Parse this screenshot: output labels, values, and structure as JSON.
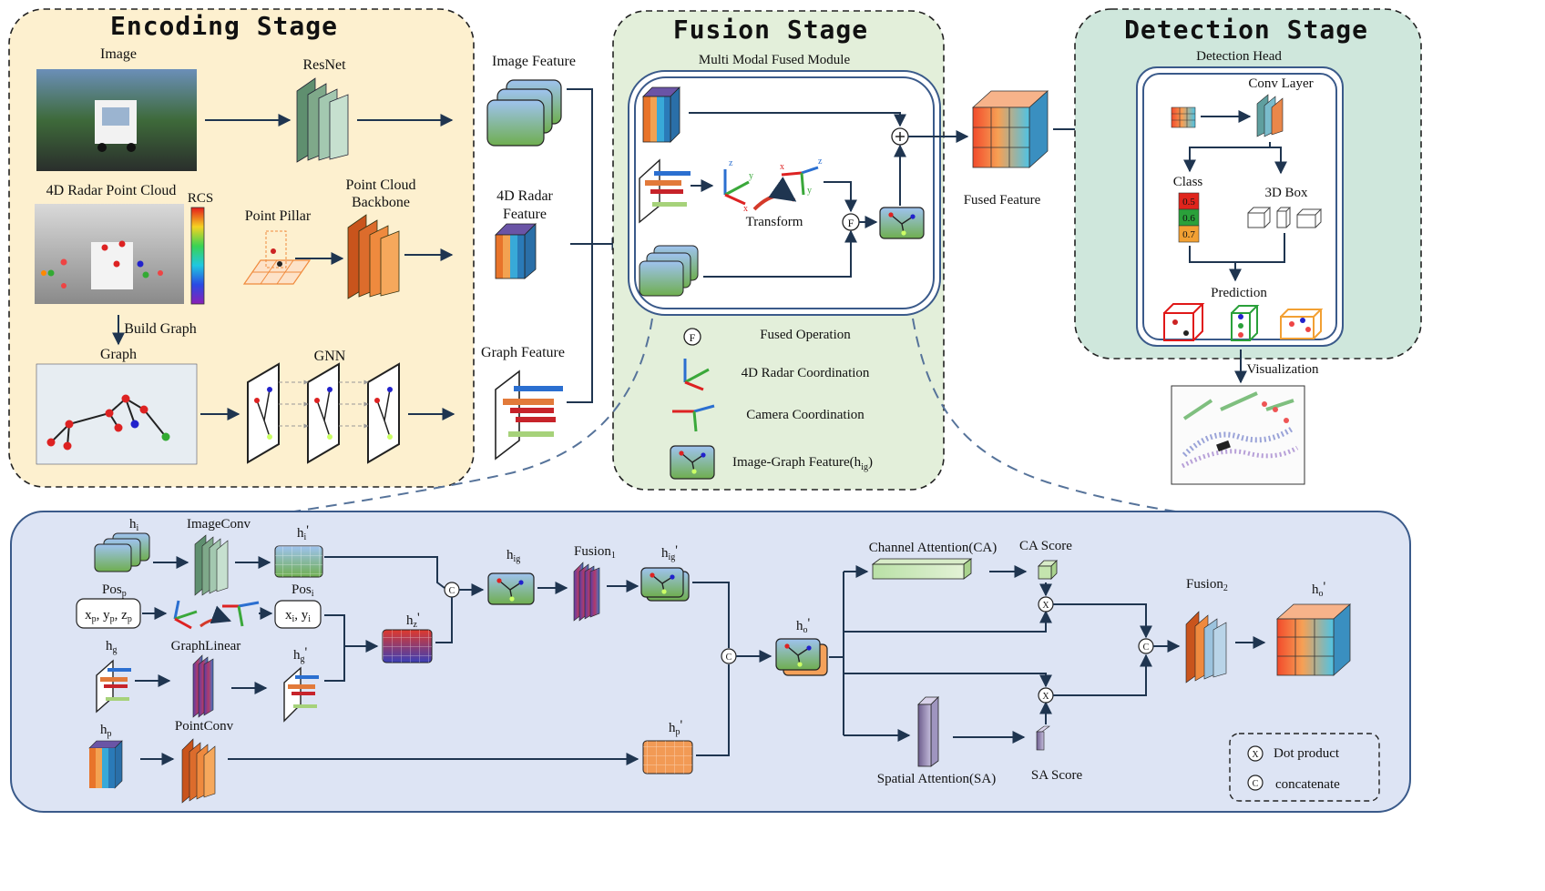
{
  "encoding": {
    "title": "Encoding Stage",
    "image_label": "Image",
    "resnet_label": "ResNet",
    "radar_pc_label": "4D Radar Point Cloud",
    "rcs_label": "RCS",
    "point_pillar_label": "Point Pillar",
    "pc_backbone_label_1": "Point Cloud",
    "pc_backbone_label_2": "Backbone",
    "build_graph_label": "Build Graph",
    "graph_label": "Graph",
    "gnn_label": "GNN"
  },
  "features": {
    "image_feature": "Image Feature",
    "radar_feature_1": "4D Radar",
    "radar_feature_2": "Feature",
    "graph_feature": "Graph Feature"
  },
  "fusion": {
    "title": "Fusion Stage",
    "module_label": "Multi Modal  Fused Module",
    "transform_label": "Transform",
    "fused_op_symbol": "F",
    "legend_fused_op": "Fused Operation",
    "legend_radar_coord": "4D Radar Coordination",
    "legend_camera_coord": "Camera Coordination",
    "legend_img_graph": "Image-Graph Feature(h",
    "legend_img_graph_sub": "ig",
    "legend_img_graph_end": ")"
  },
  "fused_feature_label": "Fused Feature",
  "detection": {
    "title": "Detection Stage",
    "head_label": "Detection Head",
    "conv_label": "Conv Layer",
    "class_label": "Class",
    "box_label": "3D Box",
    "scores": [
      "0.5",
      "0.6",
      "0.7"
    ],
    "prediction_label": "Prediction",
    "visualization_label": "Visualization"
  },
  "detail": {
    "hi": "h",
    "hi_sub": "i",
    "image_conv": "ImageConv",
    "hi_prime": "h",
    "hi_prime_sub": "i",
    "prime": "'",
    "pos_p": "Pos",
    "pos_p_sub": "p",
    "xyz_p": "x",
    "xyz_sub": "p",
    "pos_i": "Pos",
    "pos_i_sub": "i",
    "xy_i": "x",
    "xy_sub": "i",
    "graph_linear": "GraphLinear",
    "hg": "h",
    "hg_sub": "g",
    "hg_prime": "h",
    "hg_prime_sub": "g",
    "hz_prime": "h",
    "hz_prime_sub": "z",
    "hig": "h",
    "hig_sub": "ig",
    "fusion1": "Fusion",
    "fusion1_sub": "1",
    "hig_prime": "h",
    "hig_prime_sub": "ig",
    "ho_prime": "h",
    "ho_prime_sub": "o",
    "hp": "h",
    "hp_sub": "p",
    "point_conv": "PointConv",
    "hp_prime": "h",
    "hp_prime_sub": "p",
    "channel_attention": "Channel Attention(CA)",
    "ca_score": "CA Score",
    "spatial_attention": "Spatial Attention(SA)",
    "sa_score": "SA Score",
    "fusion2": "Fusion",
    "fusion2_sub": "2",
    "ho_out": "h",
    "ho_out_sub": "o",
    "dot_symbol": "X",
    "concat_symbol": "C",
    "legend_dot": "Dot product",
    "legend_concat": "concatenate"
  },
  "colors": {
    "encoding_bg": "#fdf0cf",
    "fusion_bg": "#e3efda",
    "detection_bg": "#cfe7dc",
    "detail_bg": "#dde4f4",
    "arrow": "#1f3550"
  }
}
